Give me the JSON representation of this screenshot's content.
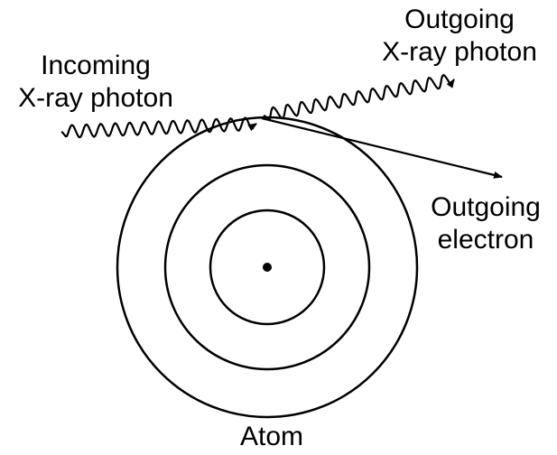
{
  "diagram": {
    "labels": {
      "incoming_photon": [
        "Incoming",
        "X-ray photon"
      ],
      "outgoing_photon": [
        "Outgoing",
        "X-ray photon"
      ],
      "outgoing_electron": [
        "Outgoing",
        "electron"
      ],
      "atom": "Atom"
    },
    "elements": {
      "shells": 3,
      "nucleus": 1
    },
    "colors": {
      "ink": "#000000",
      "background": "#ffffff"
    }
  }
}
